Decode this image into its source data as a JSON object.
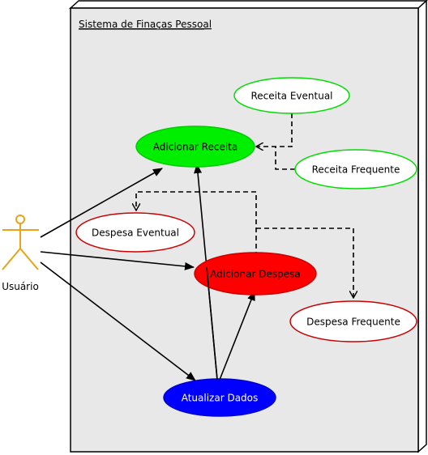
{
  "system": {
    "title": "Sistema de Finaças Pessoal"
  },
  "actor": {
    "label": "Usuário",
    "color": "#e8a317"
  },
  "use_cases": {
    "adicionar_receita": {
      "label": "Adicionar Receita",
      "fill": "#00ee00",
      "stroke": "#00cc00"
    },
    "receita_eventual": {
      "label": "Receita Eventual",
      "fill": "#ffffff",
      "stroke": "#00dd00"
    },
    "receita_frequente": {
      "label": "Receita Frequente",
      "fill": "#ffffff",
      "stroke": "#00dd00"
    },
    "despesa_eventual": {
      "label": "Despesa Eventual",
      "fill": "#ffffff",
      "stroke": "#cc0000"
    },
    "adicionar_despesa": {
      "label": "Adicionar Despesa",
      "fill": "#ff0000",
      "stroke": "#cc0000"
    },
    "despesa_frequente": {
      "label": "Despesa Frequente",
      "fill": "#ffffff",
      "stroke": "#cc0000"
    },
    "atualizar_dados": {
      "label": "Atualizar Dados",
      "fill": "#0000ff",
      "stroke": "#0000cc"
    }
  }
}
